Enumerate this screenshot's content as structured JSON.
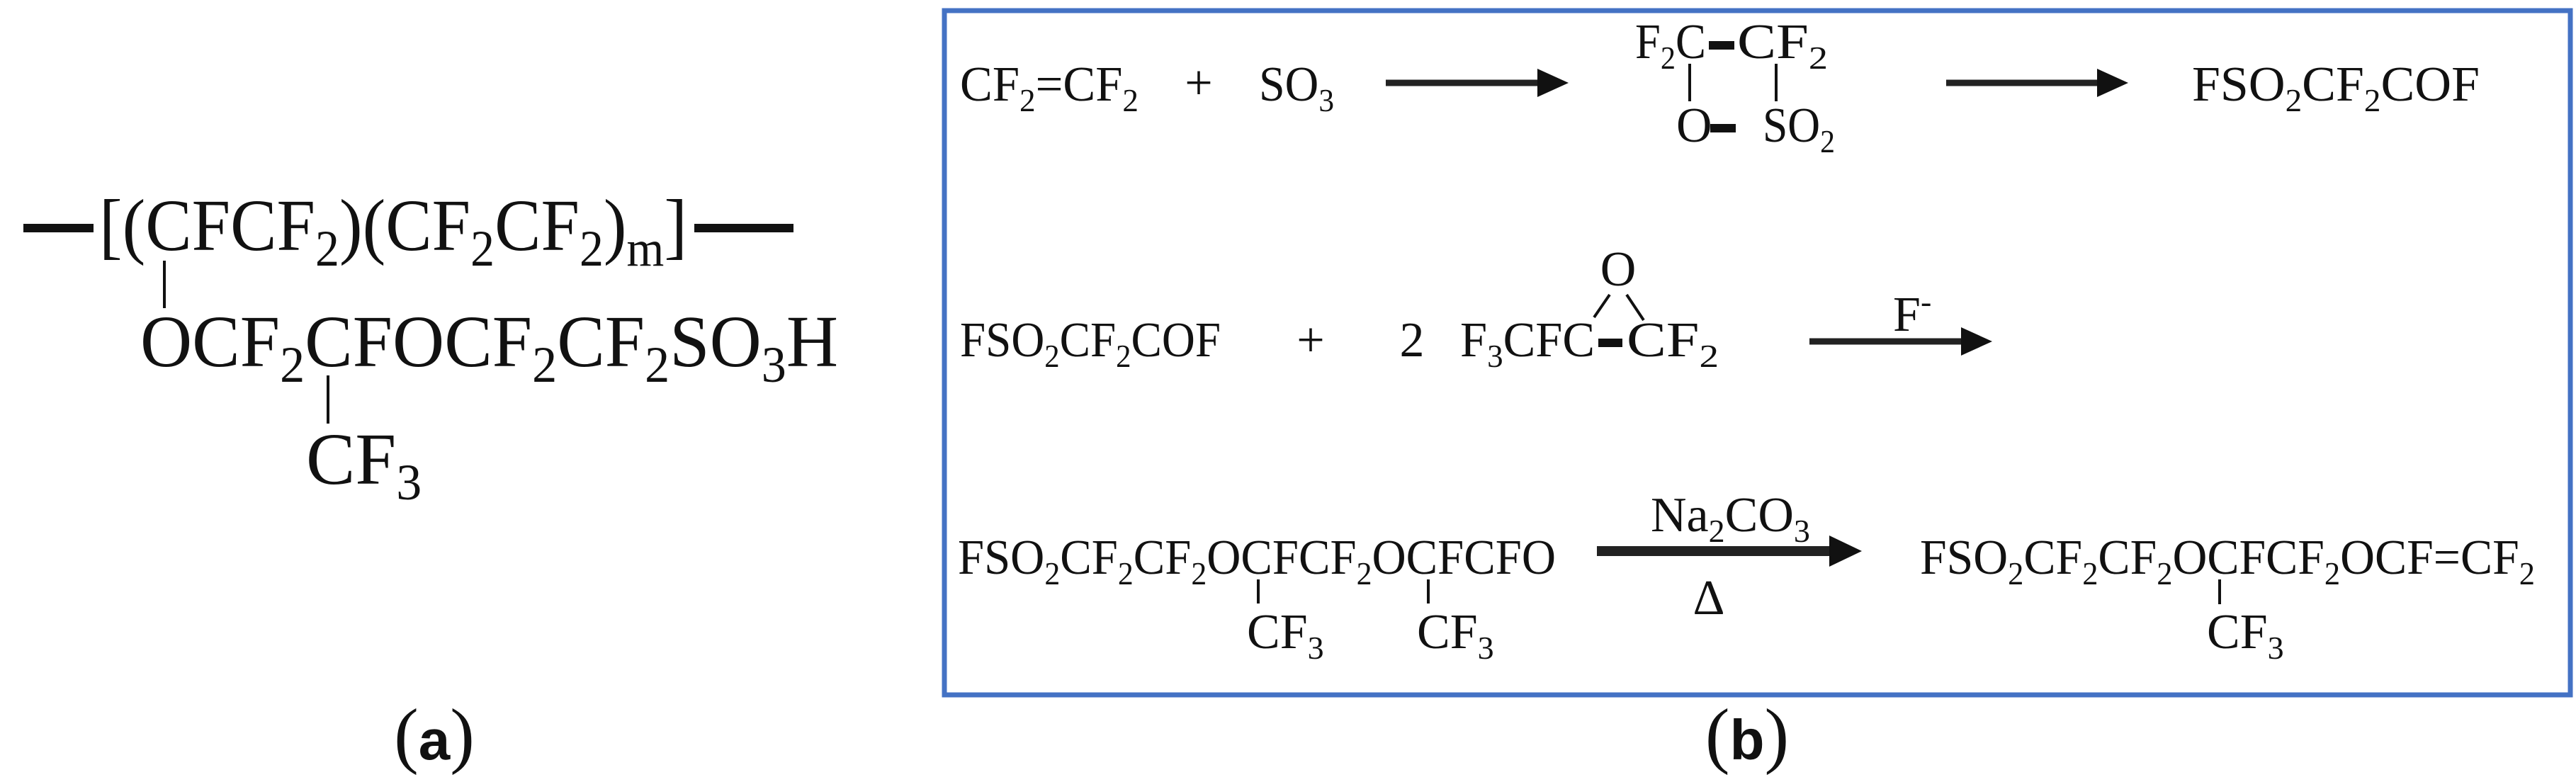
{
  "panel_a": {
    "label_open": "(",
    "label_letter": "a",
    "label_close": ")",
    "backbone": {
      "p1": "[(CFCF",
      "s1": "2",
      "p2": ")(CF",
      "s2": "2",
      "p3": "CF",
      "s3": "2",
      "p4": ")",
      "s4": "m",
      "p5": "]"
    },
    "side_chain": {
      "p1": "OCF",
      "s1": "2",
      "p2": "CFOCF",
      "s2": "2",
      "p3": "CF",
      "s3": "2",
      "p4": "SO",
      "s4": "3",
      "p5": "H"
    },
    "branch": {
      "p1": "CF",
      "s1": "3"
    }
  },
  "panel_b": {
    "label_open": "(",
    "label_letter": "b",
    "label_close": ")",
    "frame_color": "#4472C4",
    "row1": {
      "reactant1": {
        "p1": "CF",
        "s1": "2",
        "p2": "=CF",
        "s2": "2"
      },
      "plus": "+",
      "reactant2": {
        "p1": "SO",
        "s1": "3"
      },
      "intermediate": {
        "top_left": {
          "p1": "F",
          "s1": "2",
          "p2": "C"
        },
        "top_right": {
          "p1": "CF",
          "s1": "2"
        },
        "bottom_left": "O",
        "bottom_right": {
          "p1": "SO",
          "s1": "2"
        }
      },
      "product": {
        "p1": "FSO",
        "s1": "2",
        "p2": "CF",
        "s2": "2",
        "p3": "COF"
      }
    },
    "row2": {
      "reactant1": {
        "p1": "FSO",
        "s1": "2",
        "p2": "CF",
        "s2": "2",
        "p3": "COF"
      },
      "plus": "+",
      "coefficient": "2",
      "epoxide": {
        "oxygen": "O",
        "left": {
          "p1": "F",
          "s1": "3",
          "p2": "CFC"
        },
        "right": {
          "p1": "CF",
          "s1": "2"
        }
      },
      "catalyst": {
        "p1": "F",
        "sup": "-"
      }
    },
    "row3": {
      "reactant": {
        "p1": "FSO",
        "s1": "2",
        "p2": "CF",
        "s2": "2",
        "p3": "CF",
        "s3": "2",
        "p4": "OCFCF",
        "s4": "2",
        "p5": "OCFCFO",
        "branch1": {
          "p1": "CF",
          "s1": "3"
        },
        "branch2": {
          "p1": "CF",
          "s1": "3"
        }
      },
      "reagent_above": {
        "p1": "Na",
        "s1": "2",
        "p2": "CO",
        "s2": "3"
      },
      "condition_below": "Δ",
      "product": {
        "p1": "FSO",
        "s1": "2",
        "p2": "CF",
        "s2": "2",
        "p3": "CF",
        "s3": "2",
        "p4": "OCFCF",
        "s4": "2",
        "p5": "OCF=CF",
        "s5": "2",
        "branch": {
          "p1": "CF",
          "s1": "3"
        }
      }
    }
  }
}
